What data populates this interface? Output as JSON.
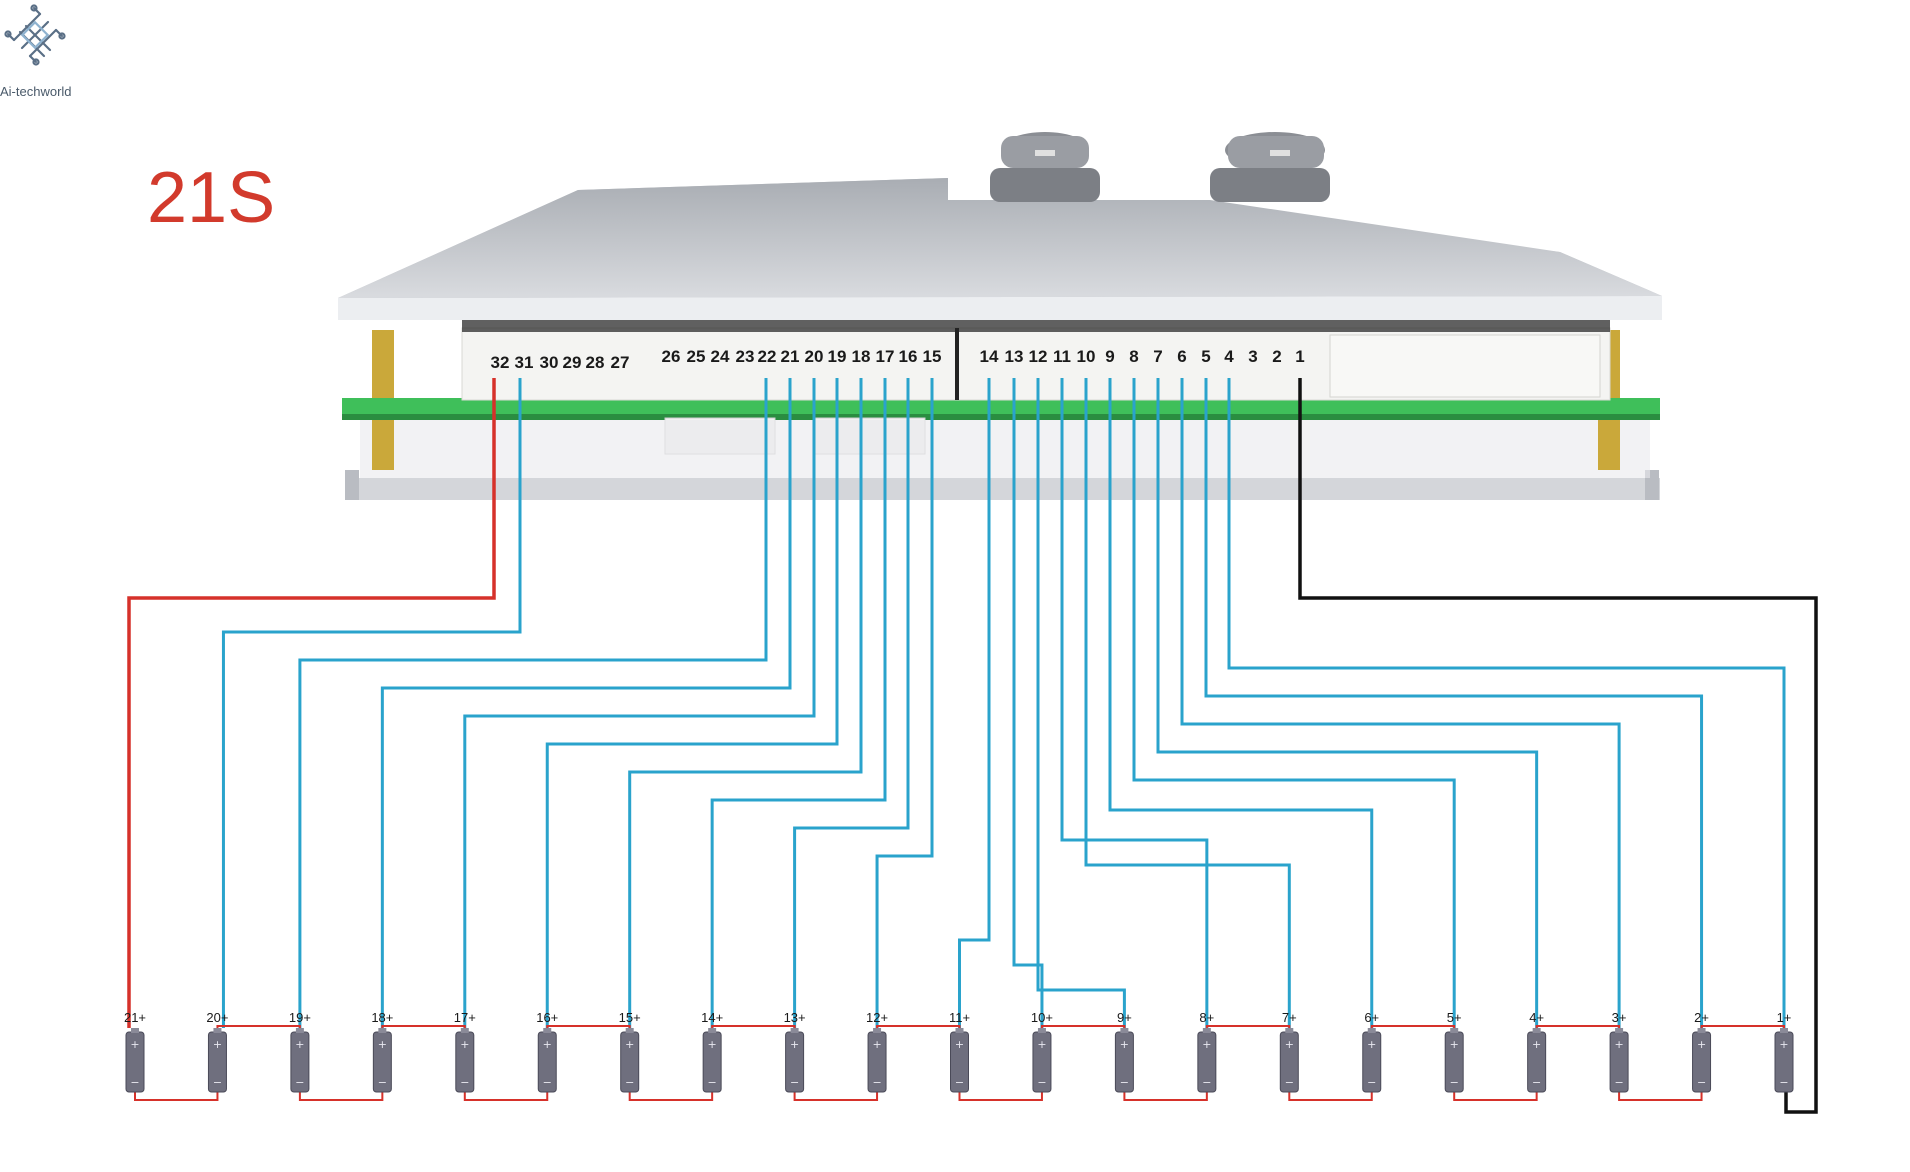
{
  "logo": {
    "text": "Ai-techworld",
    "icon": "circuit-chip-icon"
  },
  "title": "21S",
  "pin_labels_left": [
    "32",
    "31",
    "30",
    "29",
    "28",
    "27"
  ],
  "pin_labels_middle": [
    "26",
    "25",
    "24",
    "23",
    "22",
    "21",
    "20",
    "19",
    "18",
    "17",
    "16",
    "15"
  ],
  "pin_labels_right": [
    "14",
    "13",
    "12",
    "11",
    "10",
    "9",
    "8",
    "7",
    "6",
    "5",
    "4",
    "3",
    "2",
    "1"
  ],
  "cell_labels": [
    "21+",
    "20+",
    "19+",
    "18+",
    "17+",
    "16+",
    "15+",
    "14+",
    "13+",
    "12+",
    "11+",
    "10+",
    "9+",
    "8+",
    "7+",
    "6+",
    "5+",
    "4+",
    "3+",
    "2+",
    "1+"
  ],
  "cell_signs": {
    "plus": "+",
    "minus": "−"
  },
  "colors": {
    "positive_wire": "#d6312a",
    "sense_wire": "#2aa3cc",
    "negative_wire": "#111111",
    "cell_link": "#d6312a",
    "title": "#d23a2c",
    "pcb": "#3fbf5a",
    "heatsink": "#c4c7cc"
  }
}
